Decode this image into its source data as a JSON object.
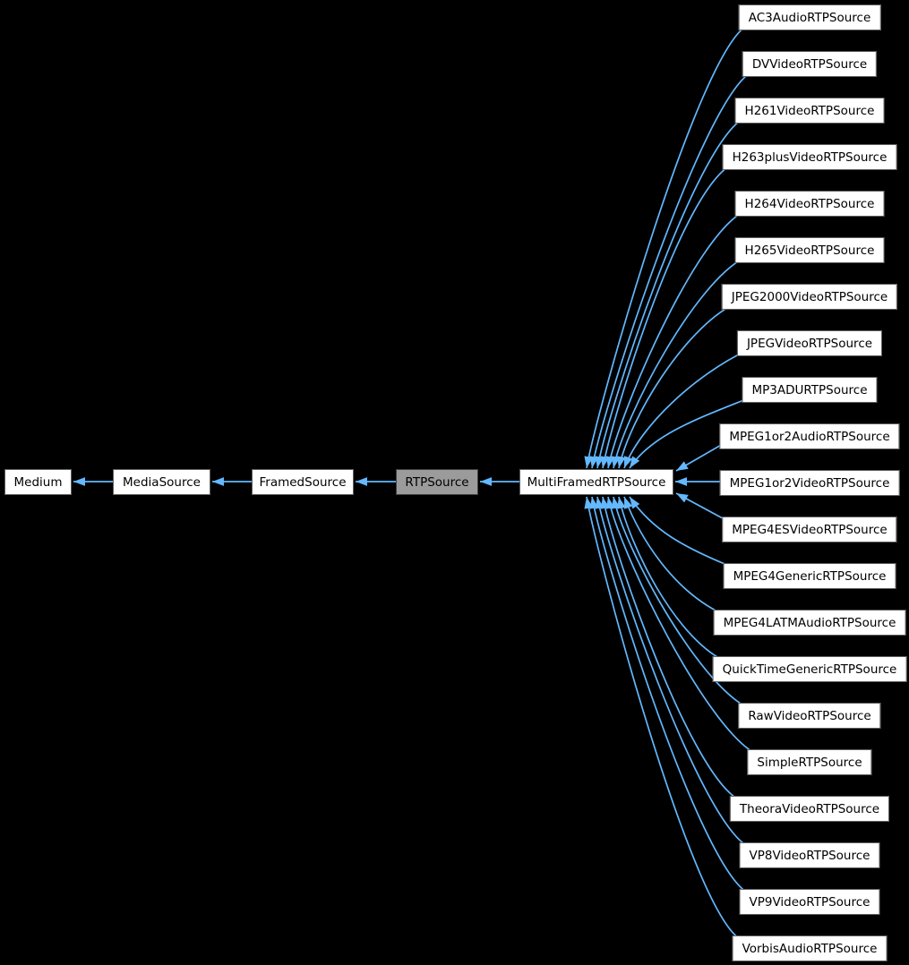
{
  "colors": {
    "background": "#000000",
    "edge": "#63b8ff",
    "node_fill": "#ffffff",
    "node_border": "#5f5f5f",
    "highlight_fill": "#9b9b9b",
    "highlight_border": "#404040",
    "text": "#000000"
  },
  "graph": {
    "selected_node": "RTPSource",
    "chain": [
      {
        "label": "Medium"
      },
      {
        "label": "MediaSource"
      },
      {
        "label": "FramedSource"
      },
      {
        "label": "RTPSource"
      },
      {
        "label": "MultiFramedRTPSource"
      }
    ],
    "subclasses": [
      "AC3AudioRTPSource",
      "DVVideoRTPSource",
      "H261VideoRTPSource",
      "H263plusVideoRTPSource",
      "H264VideoRTPSource",
      "H265VideoRTPSource",
      "JPEG2000VideoRTPSource",
      "JPEGVideoRTPSource",
      "MP3ADURTPSource",
      "MPEG1or2AudioRTPSource",
      "MPEG1or2VideoRTPSource",
      "MPEG4ESVideoRTPSource",
      "MPEG4GenericRTPSource",
      "MPEG4LATMAudioRTPSource",
      "QuickTimeGenericRTPSource",
      "RawVideoRTPSource",
      "SimpleRTPSource",
      "TheoraVideoRTPSource",
      "VP8VideoRTPSource",
      "VP9VideoRTPSource",
      "VorbisAudioRTPSource"
    ]
  }
}
